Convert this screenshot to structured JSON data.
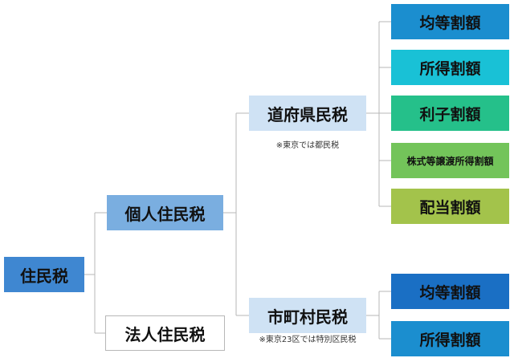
{
  "root": {
    "label": "住民税",
    "bg": "#3f87d1",
    "color": "#111111"
  },
  "individual": {
    "label": "個人住民税",
    "bg": "#7aaee0",
    "color": "#111111"
  },
  "corporate": {
    "label": "法人住民税",
    "bg": "#ffffff",
    "color": "#111111"
  },
  "prefectural": {
    "label": "道府県民税",
    "note": "※東京では都民税",
    "bg": "#cfe2f4",
    "color": "#111111",
    "children": [
      {
        "label": "均等割額",
        "bg": "#1b8ecf",
        "color": "#111111"
      },
      {
        "label": "所得割額",
        "bg": "#19c1d6",
        "color": "#111111"
      },
      {
        "label": "利子割額",
        "bg": "#25c08a",
        "color": "#111111"
      },
      {
        "label": "株式等譲渡所得割額",
        "bg": "#73c45a",
        "color": "#111111"
      },
      {
        "label": "配当割額",
        "bg": "#a3c34b",
        "color": "#111111"
      }
    ]
  },
  "municipal": {
    "label": "市町村民税",
    "note": "※東京23区では特別区民税",
    "bg": "#cfe2f4",
    "color": "#111111",
    "children": [
      {
        "label": "均等割額",
        "bg": "#1a6fc4",
        "color": "#111111"
      },
      {
        "label": "所得割額",
        "bg": "#1b8ecf",
        "color": "#111111"
      }
    ]
  }
}
